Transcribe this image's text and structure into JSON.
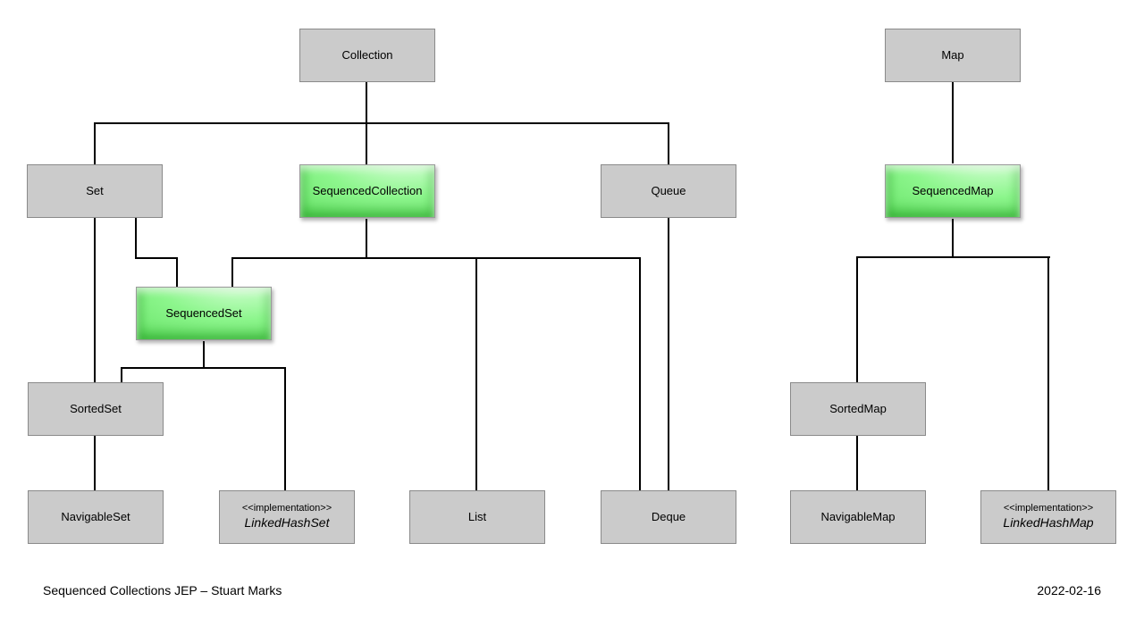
{
  "diagram": {
    "kind": "class-hierarchy",
    "nodes": {
      "collection": {
        "label": "Collection"
      },
      "map": {
        "label": "Map"
      },
      "set": {
        "label": "Set"
      },
      "sequencedcollection": {
        "label": "SequencedCollection",
        "highlighted": true
      },
      "queue": {
        "label": "Queue"
      },
      "sequencedmap": {
        "label": "SequencedMap",
        "highlighted": true
      },
      "sequencedset": {
        "label": "SequencedSet",
        "highlighted": true
      },
      "sortedset": {
        "label": "SortedSet"
      },
      "sortedmap": {
        "label": "SortedMap"
      },
      "navigableset": {
        "label": "NavigableSet"
      },
      "linkedhashset": {
        "stereotype": "<<implementation>>",
        "label": "LinkedHashSet"
      },
      "list": {
        "label": "List"
      },
      "deque": {
        "label": "Deque"
      },
      "navigablemap": {
        "label": "NavigableMap"
      },
      "linkedhashmap": {
        "stereotype": "<<implementation>>",
        "label": "LinkedHashMap"
      }
    },
    "edges": [
      {
        "from": "Collection",
        "to": "Set"
      },
      {
        "from": "Collection",
        "to": "SequencedCollection"
      },
      {
        "from": "Collection",
        "to": "Queue"
      },
      {
        "from": "Set",
        "to": "SequencedSet"
      },
      {
        "from": "Set",
        "to": "SortedSet"
      },
      {
        "from": "SequencedCollection",
        "to": "SequencedSet"
      },
      {
        "from": "SequencedCollection",
        "to": "List"
      },
      {
        "from": "SequencedCollection",
        "to": "Deque"
      },
      {
        "from": "Queue",
        "to": "Deque"
      },
      {
        "from": "SequencedSet",
        "to": "SortedSet"
      },
      {
        "from": "SequencedSet",
        "to": "LinkedHashSet"
      },
      {
        "from": "SortedSet",
        "to": "NavigableSet"
      },
      {
        "from": "Map",
        "to": "SequencedMap"
      },
      {
        "from": "SequencedMap",
        "to": "SortedMap"
      },
      {
        "from": "SequencedMap",
        "to": "LinkedHashMap"
      },
      {
        "from": "SortedMap",
        "to": "NavigableMap"
      }
    ],
    "colors": {
      "node_fill": "#cbcbcb",
      "node_border": "#8a8a8a",
      "highlight_fill": "#86f386",
      "highlight_light": "#d9ffd9",
      "highlight_dark": "#5fdf5f",
      "line": "#000000",
      "background": "#ffffff"
    }
  },
  "footer": {
    "left": "Sequenced Collections JEP – Stuart Marks",
    "right": "2022-02-16"
  }
}
